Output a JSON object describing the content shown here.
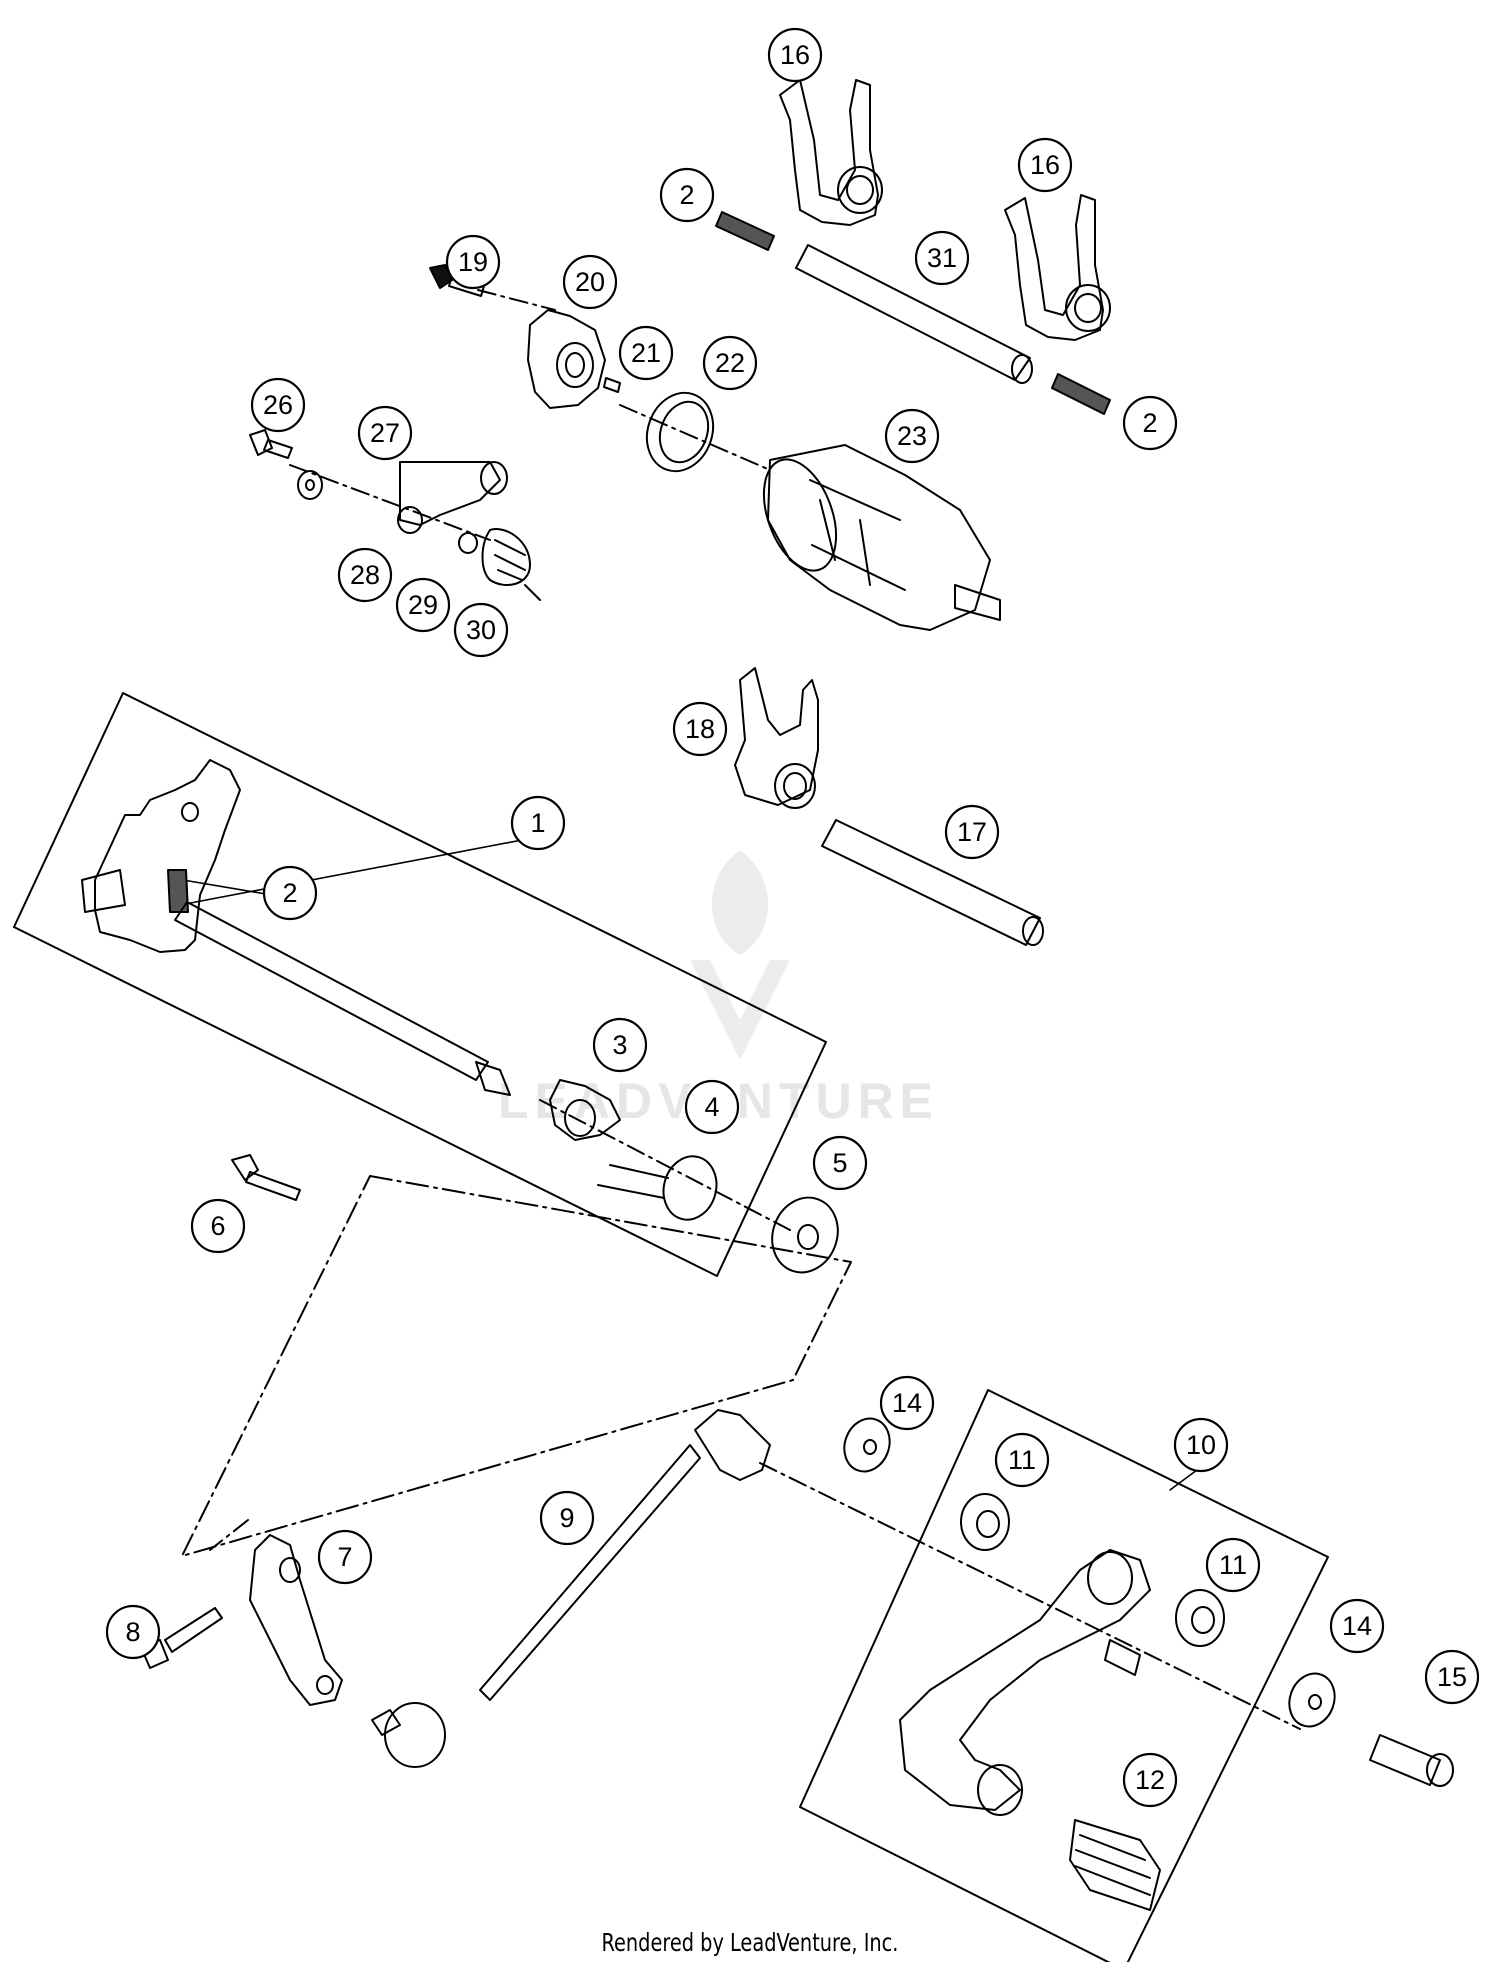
{
  "watermark": {
    "text": "LEADVENTURE"
  },
  "footer": {
    "text": "Rendered by LeadVenture, Inc."
  },
  "callouts": [
    {
      "id": "c16a",
      "label": "16"
    },
    {
      "id": "c16b",
      "label": "16"
    },
    {
      "id": "c2a",
      "label": "2"
    },
    {
      "id": "c31",
      "label": "31"
    },
    {
      "id": "c19",
      "label": "19"
    },
    {
      "id": "c20",
      "label": "20"
    },
    {
      "id": "c21",
      "label": "21"
    },
    {
      "id": "c22",
      "label": "22"
    },
    {
      "id": "c2b",
      "label": "2"
    },
    {
      "id": "c26",
      "label": "26"
    },
    {
      "id": "c27",
      "label": "27"
    },
    {
      "id": "c23",
      "label": "23"
    },
    {
      "id": "c28",
      "label": "28"
    },
    {
      "id": "c29",
      "label": "29"
    },
    {
      "id": "c30",
      "label": "30"
    },
    {
      "id": "c18",
      "label": "18"
    },
    {
      "id": "c17",
      "label": "17"
    },
    {
      "id": "c1",
      "label": "1"
    },
    {
      "id": "c2c",
      "label": "2"
    },
    {
      "id": "c3",
      "label": "3"
    },
    {
      "id": "c4",
      "label": "4"
    },
    {
      "id": "c5",
      "label": "5"
    },
    {
      "id": "c6",
      "label": "6"
    },
    {
      "id": "c14a",
      "label": "14"
    },
    {
      "id": "c10",
      "label": "10"
    },
    {
      "id": "c11a",
      "label": "11"
    },
    {
      "id": "c9",
      "label": "9"
    },
    {
      "id": "c11b",
      "label": "11"
    },
    {
      "id": "c7",
      "label": "7"
    },
    {
      "id": "c8",
      "label": "8"
    },
    {
      "id": "c14b",
      "label": "14"
    },
    {
      "id": "c15",
      "label": "15"
    },
    {
      "id": "c12",
      "label": "12"
    }
  ]
}
